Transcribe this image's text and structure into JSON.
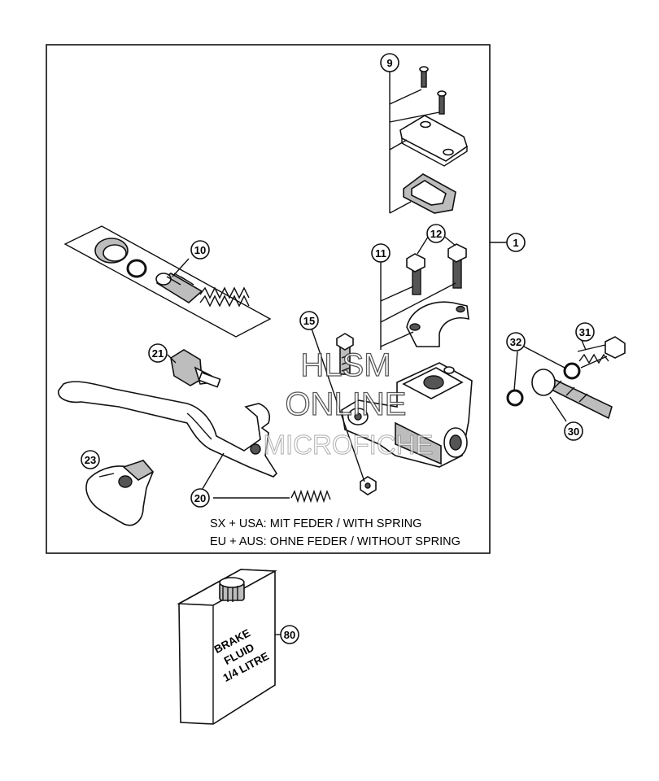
{
  "callouts": [
    {
      "id": "c1",
      "label": "1"
    },
    {
      "id": "c9",
      "label": "9"
    },
    {
      "id": "c10",
      "label": "10"
    },
    {
      "id": "c11",
      "label": "11"
    },
    {
      "id": "c12",
      "label": "12"
    },
    {
      "id": "c15",
      "label": "15"
    },
    {
      "id": "c20",
      "label": "20"
    },
    {
      "id": "c21",
      "label": "21"
    },
    {
      "id": "c23",
      "label": "23"
    },
    {
      "id": "c30",
      "label": "30"
    },
    {
      "id": "c31",
      "label": "31"
    },
    {
      "id": "c32",
      "label": "32"
    },
    {
      "id": "c80",
      "label": "80"
    }
  ],
  "notes": {
    "line1": "SX + USA:  MIT FEDER / WITH SPRING",
    "line2": "EU + AUS:  OHNE FEDER / WITHOUT SPRING"
  },
  "bottle_label": [
    "BRAKE",
    "FLUID",
    "1/4 LITRE"
  ],
  "watermark": [
    "HLSM",
    "ONLINE",
    "MICROFICHE"
  ]
}
